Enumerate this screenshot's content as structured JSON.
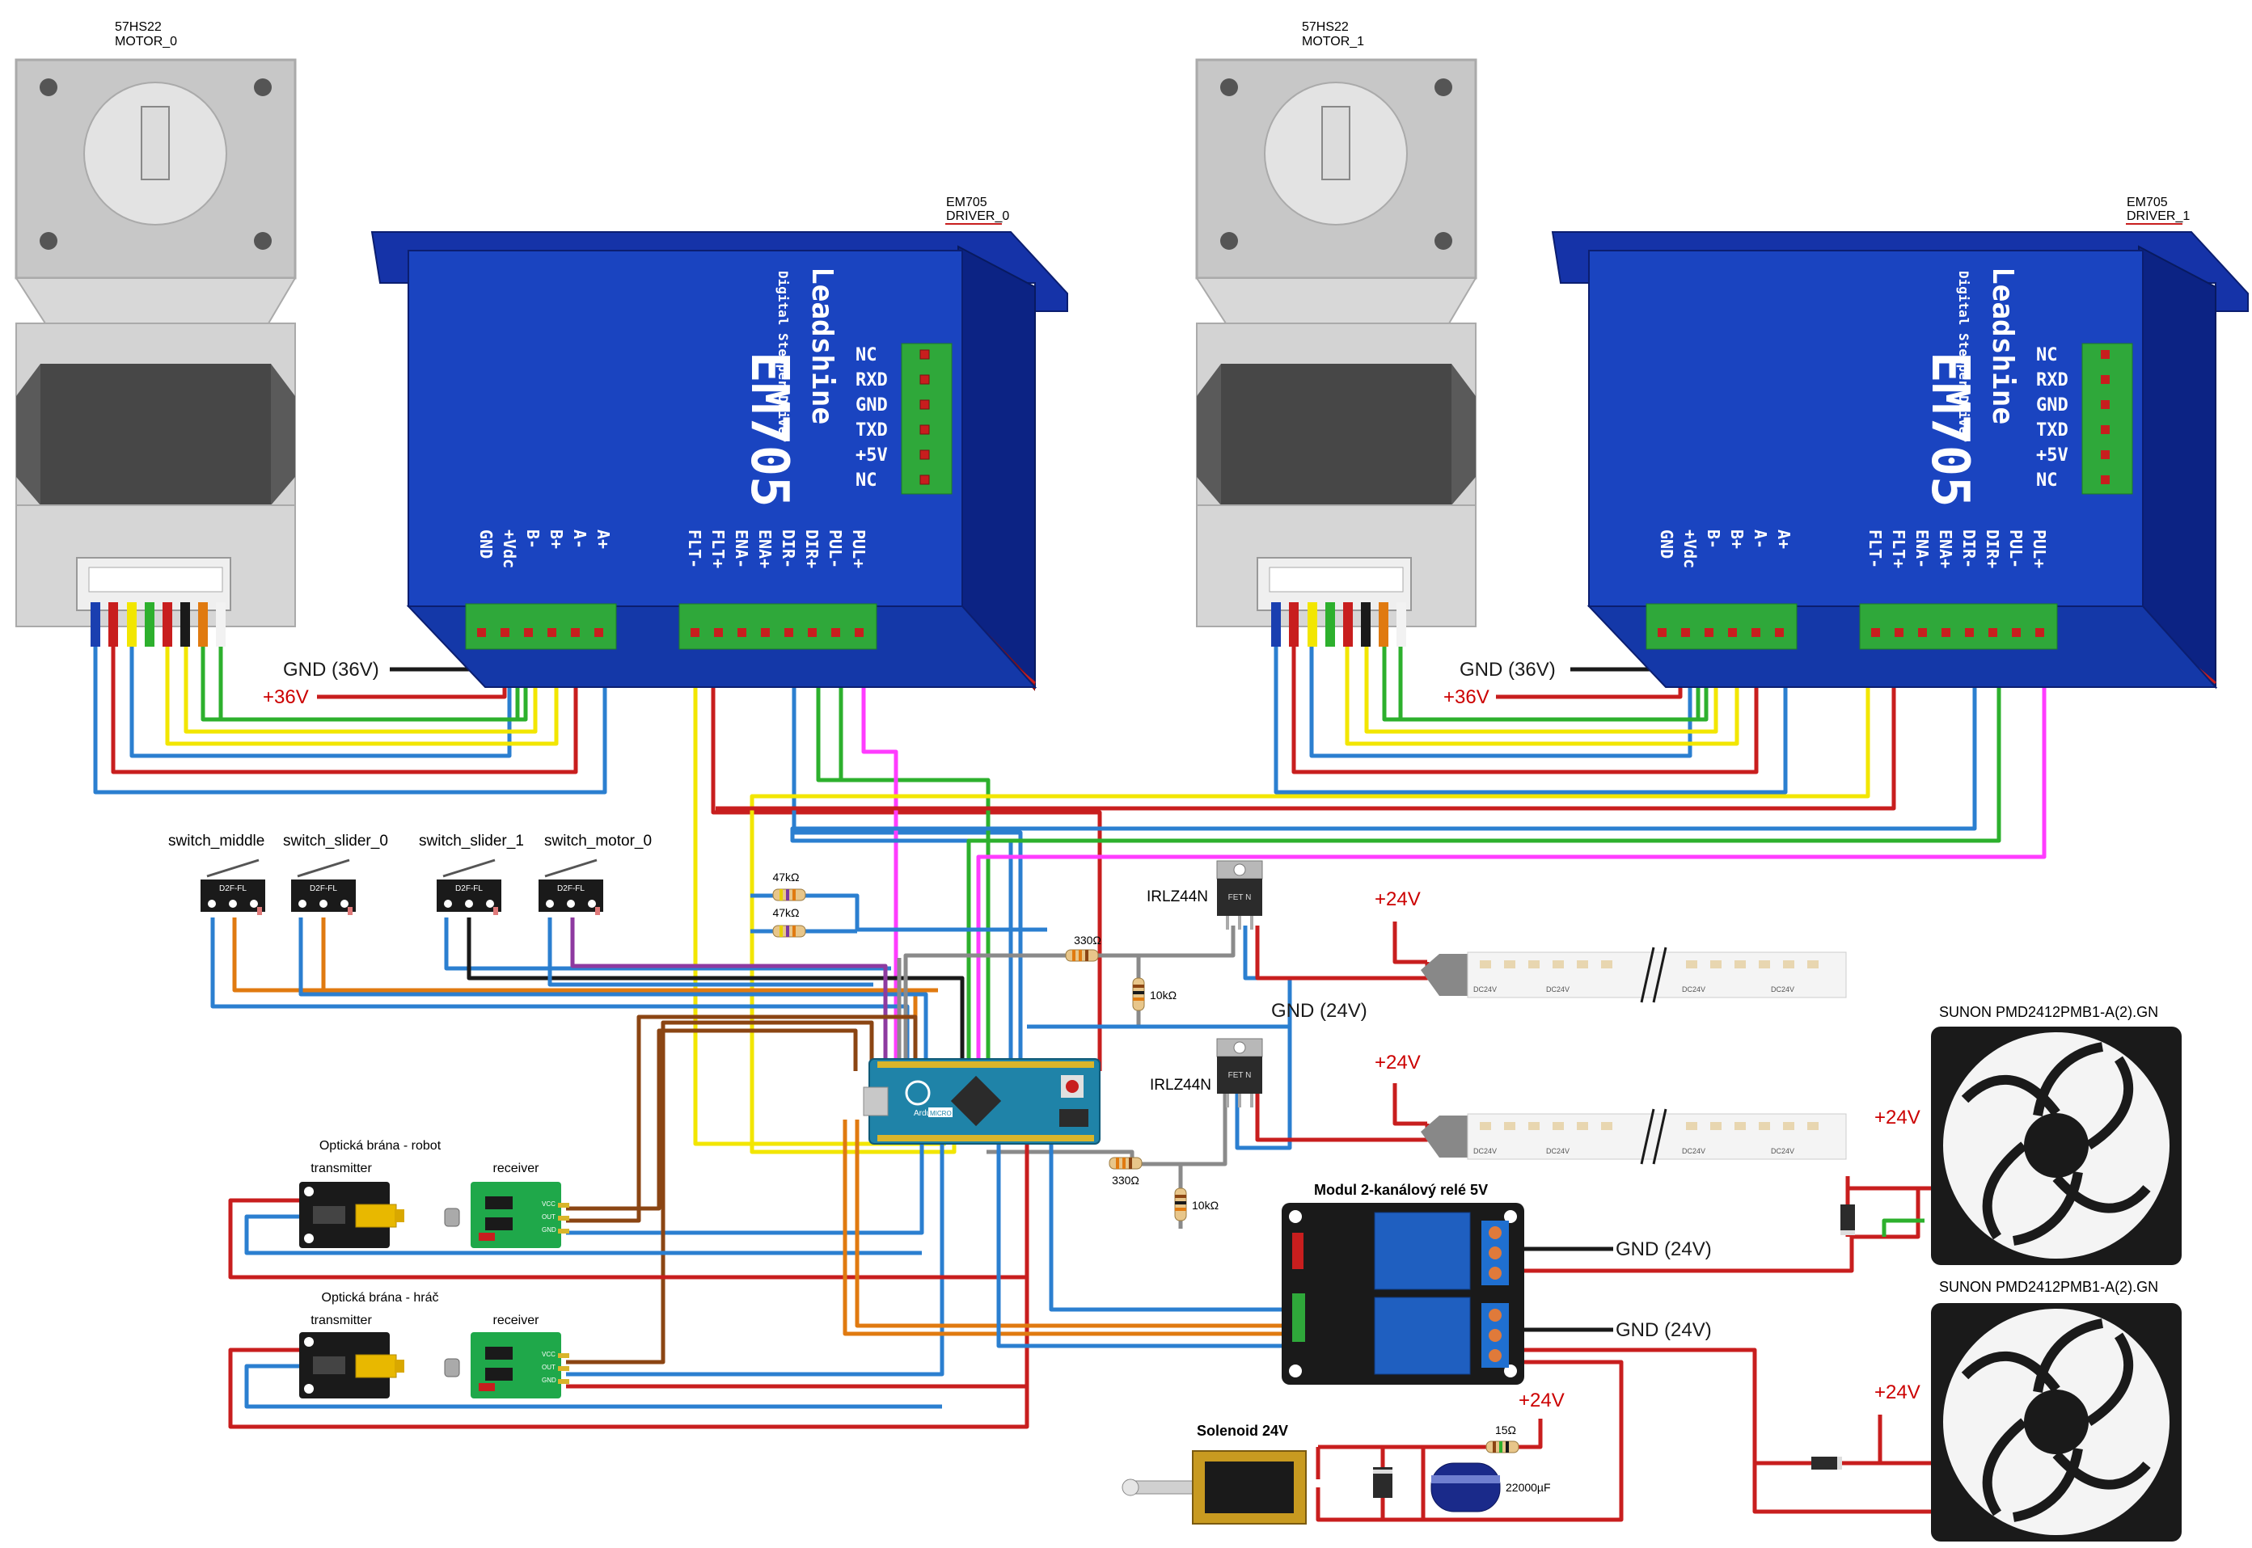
{
  "motors": [
    {
      "model": "57HS22",
      "name": "MOTOR_0"
    },
    {
      "model": "57HS22",
      "name": "MOTOR_1"
    }
  ],
  "drivers": [
    {
      "model": "EM705",
      "name": "DRIVER_0",
      "brand": "Leadshine",
      "subtitle": "Digital Stepper Driver",
      "title": "EM705"
    },
    {
      "model": "EM705",
      "name": "DRIVER_1",
      "brand": "Leadshine",
      "subtitle": "Digital Stepper Driver",
      "title": "EM705"
    }
  ],
  "driver_comm_pins": [
    "NC",
    "RXD",
    "GND",
    "TXD",
    "+5V",
    "NC"
  ],
  "driver_power_pins": [
    "GND",
    "+Vdc",
    "B-",
    "B+",
    "A-",
    "A+"
  ],
  "driver_signal_pins": [
    "FLT-",
    "FLT+",
    "ENA-",
    "ENA+",
    "DIR-",
    "DIR+",
    "PUL-",
    "PUL+"
  ],
  "power_labels": {
    "gnd36": "GND (36V)",
    "v36": "+36V",
    "gnd24": "GND (24V)",
    "v24": "+24V"
  },
  "switches": [
    {
      "label": "switch_middle",
      "part": "D2F-FL"
    },
    {
      "label": "switch_slider_0",
      "part": "D2F-FL"
    },
    {
      "label": "switch_slider_1",
      "part": "D2F-FL"
    },
    {
      "label": "switch_motor_0",
      "part": "D2F-FL"
    }
  ],
  "resistors": {
    "r47a": "47kΩ",
    "r47b": "47kΩ",
    "r330a": "330Ω",
    "r330b": "330Ω",
    "r10ka": "10kΩ",
    "r10kb": "10kΩ",
    "r15": "15Ω"
  },
  "mosfets": [
    {
      "label": "IRLZ44N",
      "text": "FET N"
    },
    {
      "label": "IRLZ44N",
      "text": "FET N"
    }
  ],
  "led_strip": {
    "pad_text": "DC24V"
  },
  "optical_gates": [
    {
      "title": "Optická brána - robot",
      "transmitter": "transmitter",
      "receiver": "receiver"
    },
    {
      "title": "Optická brána - hráč",
      "transmitter": "transmitter",
      "receiver": "receiver"
    }
  ],
  "receiver_pins": [
    "VCC",
    "OUT",
    "GND"
  ],
  "relay": {
    "title": "Modul 2-kanálový relé 5V"
  },
  "fans": [
    {
      "label": "SUNON PMD2412PMB1-A(2).GN"
    },
    {
      "label": "SUNON PMD2412PMB1-A(2).GN"
    }
  ],
  "solenoid": {
    "label": "Solenoid 24V"
  },
  "capacitor": {
    "label": "22000µF"
  },
  "arduino": {
    "brand": "Arduino",
    "model": "MICRO"
  },
  "colors": {
    "blue": "#2b7fd0",
    "red": "#c81e1e",
    "yellow": "#f2e600",
    "green": "#2db02d",
    "black": "#1a1a1a",
    "orange": "#e07a10",
    "brown": "#8b4513",
    "pink": "#ff3cff",
    "gray": "#8a8a8a",
    "driver_blue": "#1740b8",
    "label_red": "#cc0000"
  }
}
